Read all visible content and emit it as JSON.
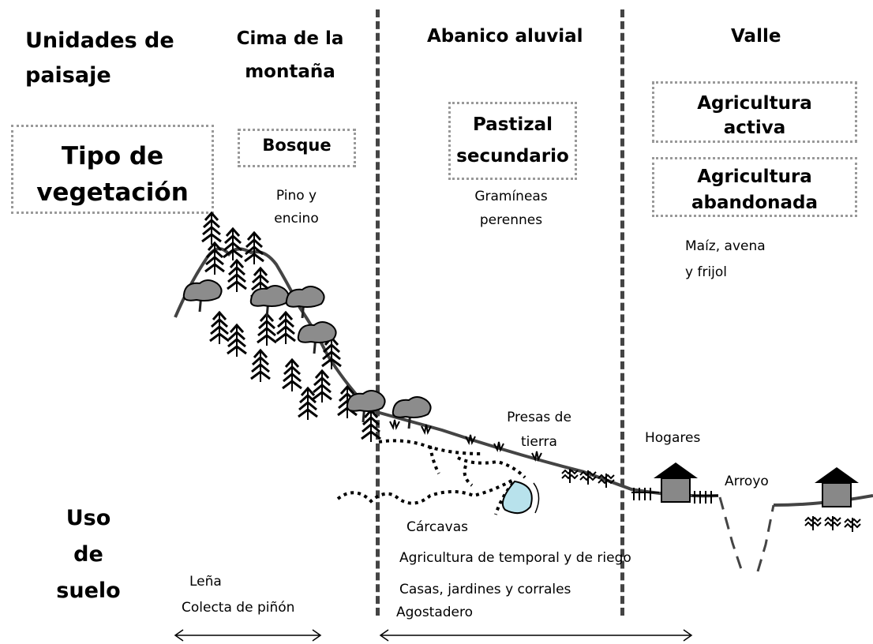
{
  "headers": {
    "landscape_units": "Unidades de\npaisaje",
    "summit": "Cima de la\nmontaña",
    "alluvial_fan": "Abanico aluvial",
    "valley": "Valle"
  },
  "vegetation": {
    "type_label": "Tipo de\nvegetación",
    "forest": "Bosque",
    "forest_species": "Pino y\nencino",
    "grassland": "Pastizal\nsecundario",
    "grassland_species": "Gramíneas\nperennes",
    "active_agriculture": "Agricultura\nactiva",
    "abandoned_agriculture": "Agricultura\nabandonada",
    "crops": "Maíz, avena\ny frijol"
  },
  "features": {
    "earth_dams": "Presas de\ntierra",
    "households": "Hogares",
    "stream": "Arroyo",
    "gullies": "Cárcavas"
  },
  "land_use": {
    "label": "Uso\nde\nsuelo",
    "firewood": "Leña",
    "pine_nut_collection": "Colecta de piñón",
    "rainfed_irrigated": "Agricultura de temporal y de riego",
    "houses_gardens": "Casas, jardines y corrales",
    "grazing": "Agostadero"
  },
  "colors": {
    "tree_dark": "#000000",
    "tree_gray": "#8c8c8c",
    "pond": "#b8e2ec",
    "house_wall": "#888888",
    "ground": "#444444"
  }
}
